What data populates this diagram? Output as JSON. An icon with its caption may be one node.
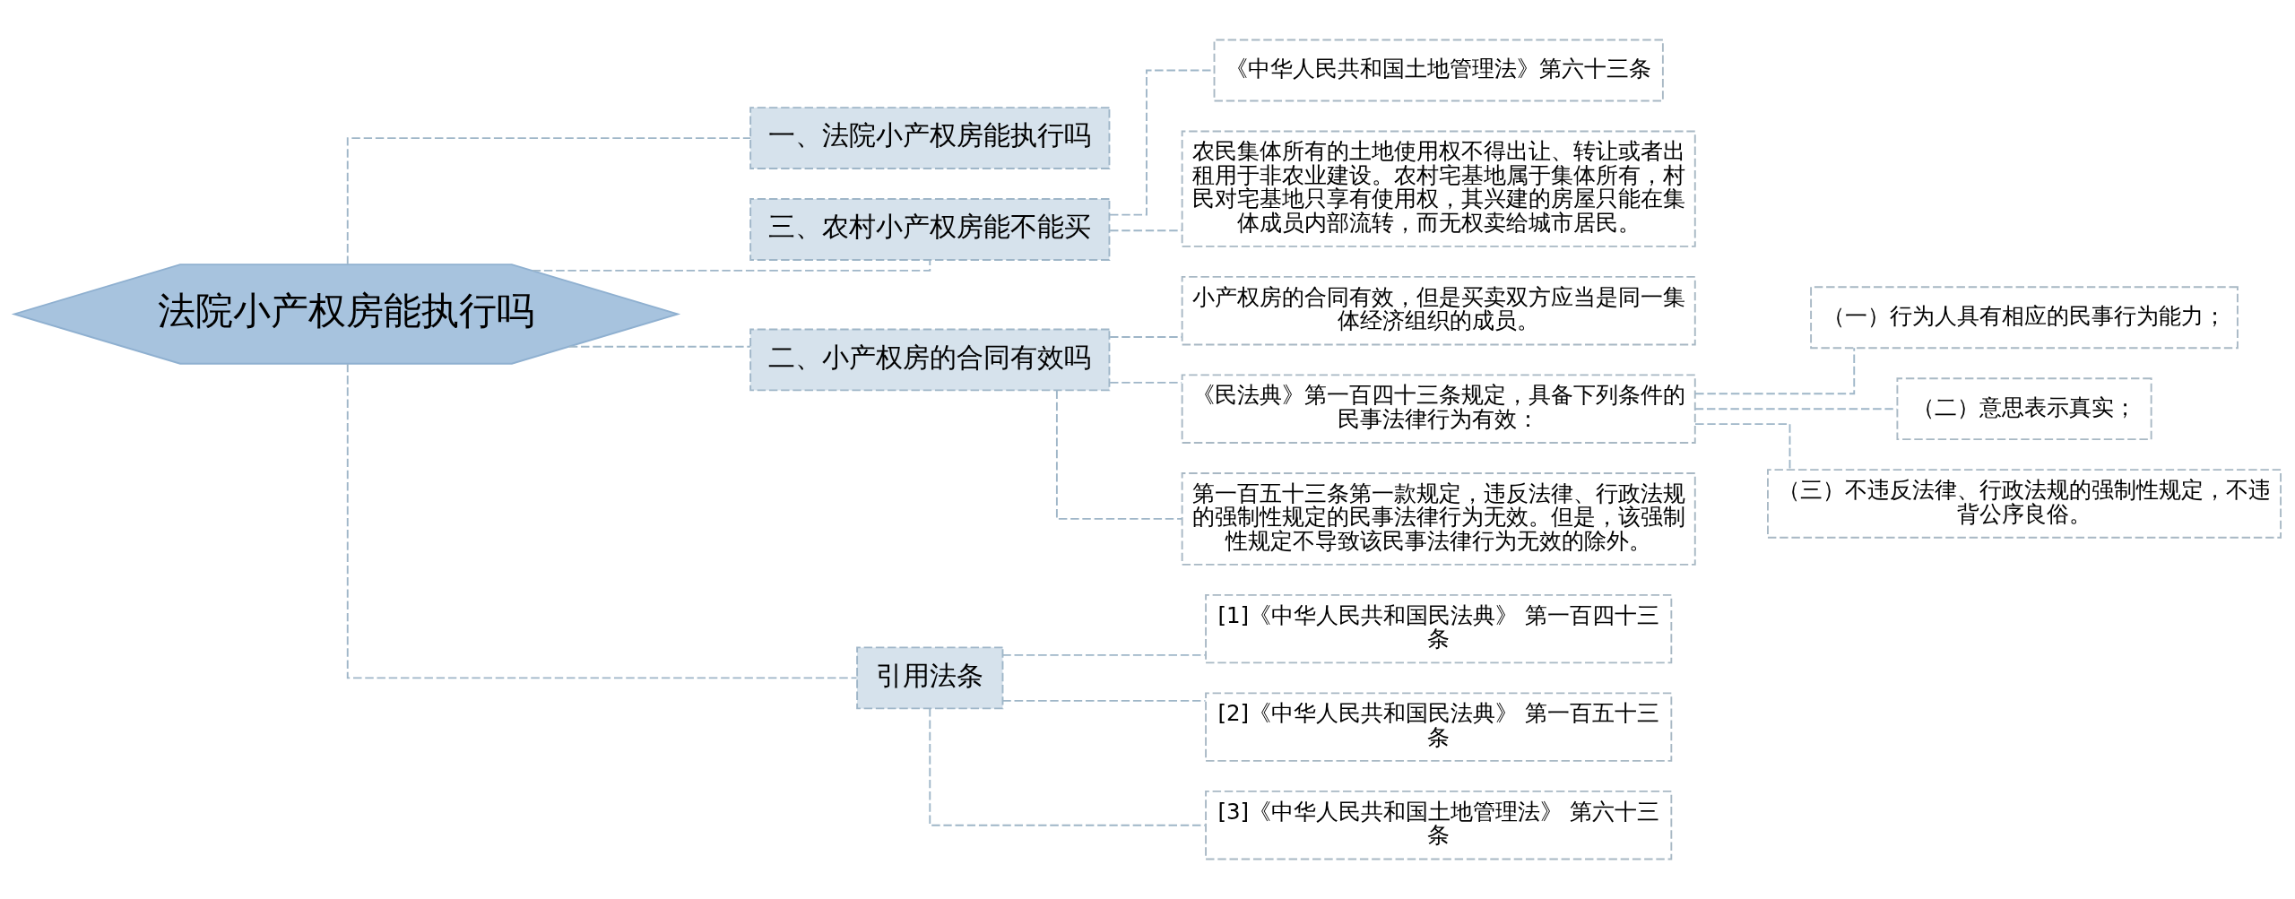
{
  "diagram": {
    "nodes": [
      {
        "text": [
          "法院小产权房能执行吗"
        ]
      },
      {
        "text": [
          "一、法院小产权房能执行吗"
        ]
      },
      {
        "text": [
          "三、农村小产权房能不能买"
        ]
      },
      {
        "text": [
          "《中华人民共和国土地管理法》第六十三条"
        ]
      },
      {
        "text": [
          "农民集体所有的土地使用权不得出让、转让或者出租用于非农业建设。农村宅基地属于集体所有，村民对宅基地只享有使用权，其兴建的房屋只能在集体成员内部流转，而无权卖给城市居民。"
        ]
      },
      {
        "text": [
          "二、小产权房的合同有效吗"
        ]
      },
      {
        "text": [
          "小产权房的合同有效，但是买卖双方应当是同一集体经济组织的成员。"
        ]
      },
      {
        "text": [
          "《民法典》第一百四十三条规定，具备下列条件的民事法律行为有效："
        ]
      },
      {
        "text": [
          "（一）行为人具有相应的民事行为能力；"
        ]
      },
      {
        "text": [
          "（二）意思表示真实；"
        ]
      },
      {
        "text": [
          "（三）不违反法律、行政法规的强制性规定，不违背公序良俗。"
        ]
      },
      {
        "text": [
          "第一百五十三条第一款规定，违反法律、行政法规的强制性规定的民事法律行为无效。但是，该强制性规定不导致该民事法律行为无效的除外。"
        ]
      },
      {
        "text": [
          "引用法条"
        ]
      },
      {
        "text": [
          "[1]《中华人民共和国民法典》 第一百四十三条"
        ]
      },
      {
        "text": [
          "[2]《中华人民共和国民法典》 第一百五十三条"
        ]
      },
      {
        "text": [
          "[3]《中华人民共和国土地管理法》 第六十三条"
        ]
      }
    ],
    "edges": [
      {
        "from": 0,
        "to": 1,
        "arrow": "none",
        "style": "dashed"
      },
      {
        "from": 0,
        "to": 2,
        "arrow": "none",
        "style": "dashed"
      },
      {
        "from": 2,
        "to": 3,
        "arrow": "none",
        "style": "dashed"
      },
      {
        "from": 2,
        "to": 4,
        "arrow": "none",
        "style": "dashed"
      },
      {
        "from": 0,
        "to": 5,
        "arrow": "none",
        "style": "dashed"
      },
      {
        "from": 5,
        "to": 6,
        "arrow": "none",
        "style": "dashed"
      },
      {
        "from": 5,
        "to": 7,
        "arrow": "none",
        "style": "dashed"
      },
      {
        "from": 7,
        "to": 8,
        "arrow": "none",
        "style": "dashed"
      },
      {
        "from": 7,
        "to": 9,
        "arrow": "none",
        "style": "dashed"
      },
      {
        "from": 7,
        "to": 10,
        "arrow": "none",
        "style": "dashed"
      },
      {
        "from": 5,
        "to": 11,
        "arrow": "none",
        "style": "dashed"
      },
      {
        "from": 0,
        "to": 12,
        "arrow": "none",
        "style": "dashed"
      },
      {
        "from": 12,
        "to": 13,
        "arrow": "none",
        "style": "dashed"
      },
      {
        "from": 12,
        "to": 14,
        "arrow": "none",
        "style": "dashed"
      },
      {
        "from": 12,
        "to": 15,
        "arrow": "none",
        "style": "dashed"
      }
    ]
  }
}
